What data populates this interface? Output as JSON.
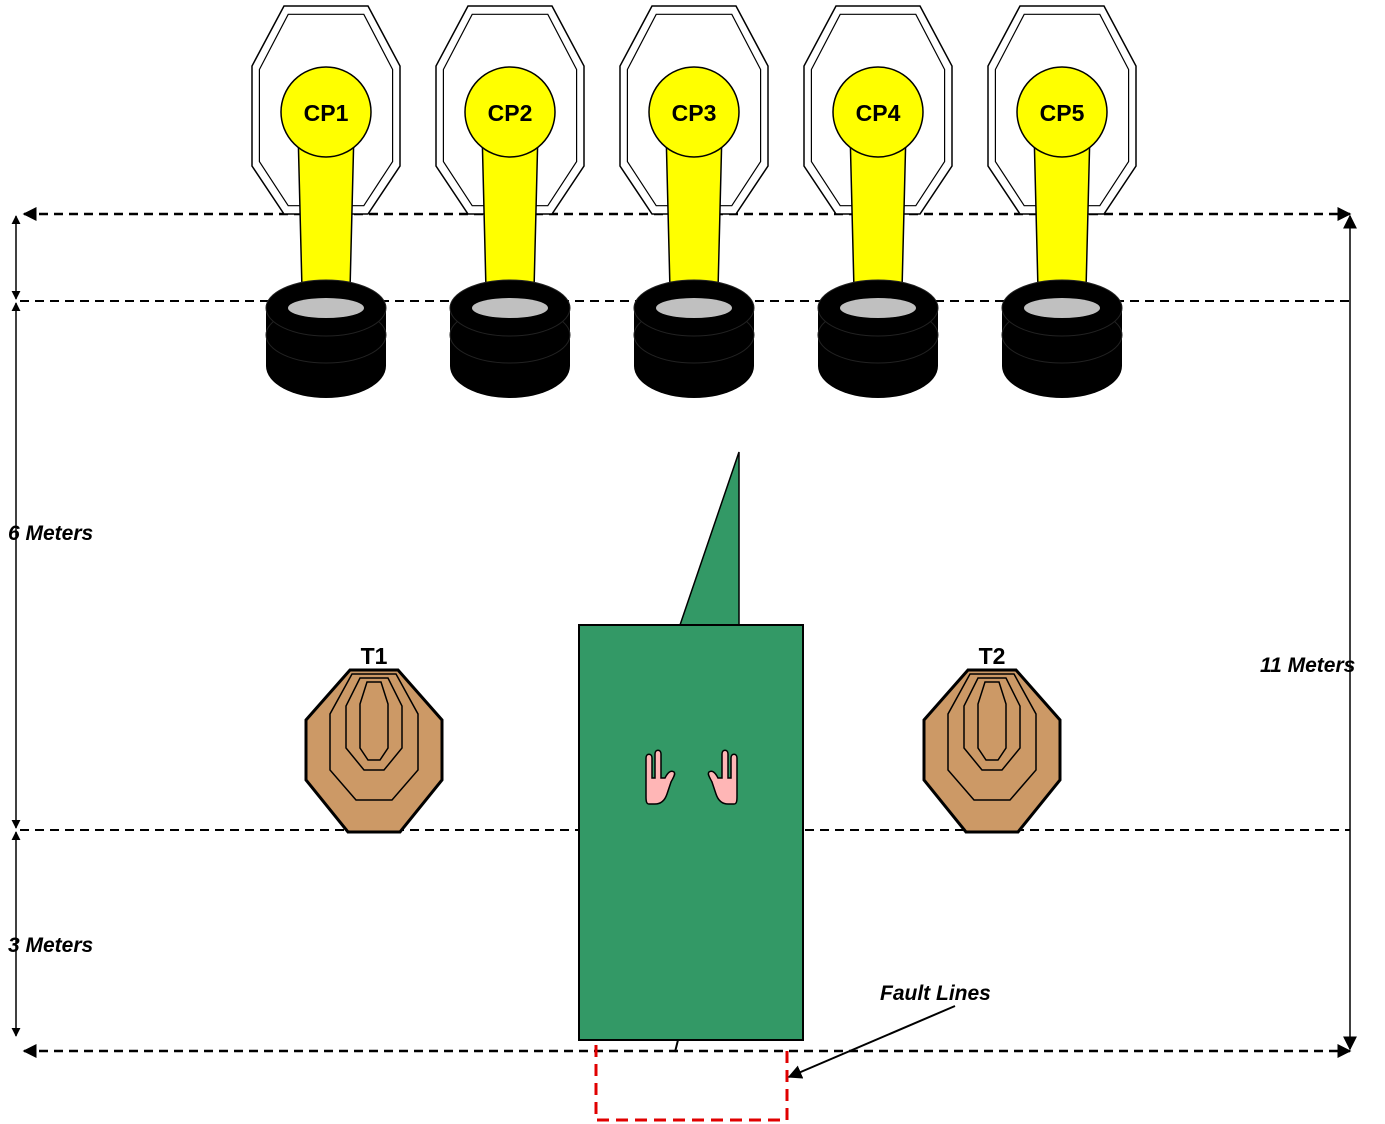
{
  "poppers": [
    {
      "label": "CP1"
    },
    {
      "label": "CP2"
    },
    {
      "label": "CP3"
    },
    {
      "label": "CP4"
    },
    {
      "label": "CP5"
    }
  ],
  "targets": [
    {
      "label": "T1"
    },
    {
      "label": "T2"
    }
  ],
  "dimensions": {
    "six_meters": "6 Meters",
    "three_meters": "3 Meters",
    "eleven_meters": "11 Meters"
  },
  "fault_lines_label": "Fault Lines",
  "colors": {
    "popper_fill": "#ffff00",
    "tire_fill": "#000000",
    "tire_hole": "#c0c0c0",
    "target_fill": "#cc9966",
    "barrier_fill": "#339966",
    "hand_fill": "#ffb6b6",
    "fault_line": "#e00000"
  }
}
